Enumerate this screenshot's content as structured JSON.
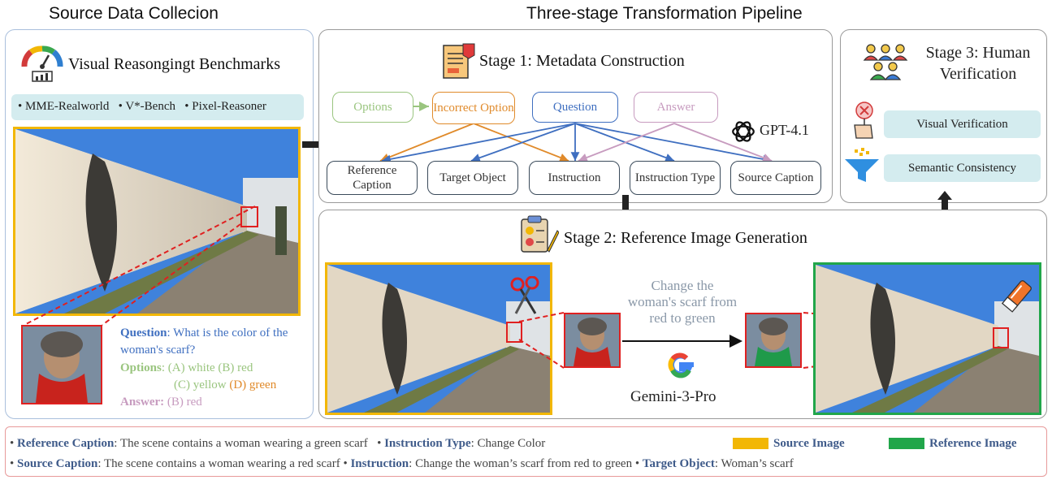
{
  "headers": {
    "left": "Source Data Collecion",
    "right": "Three-stage Transformation Pipeline"
  },
  "source": {
    "title": "Visual Reasongingt Benchmarks",
    "benchmarks": [
      "MME-Realworld",
      "V*-Bench",
      "Pixel-Reasoner"
    ],
    "question_label": "Question",
    "question_text": ": What is the color of the woman's scarf?",
    "options_label": "Options",
    "options_line1": ": (A) white   (B) red",
    "options_line2a": "(C) yellow",
    "options_line2b": "(D) green",
    "answer_label": "Answer:",
    "answer_text": " (B) red"
  },
  "stage1": {
    "title": "Stage 1: Metadata Construction",
    "top_nodes": {
      "options": "Options",
      "incorrect_option": "Incorrect Option",
      "question": "Question",
      "answer": "Answer"
    },
    "model": "GPT-4.1",
    "bottom_nodes": {
      "reference_caption": "Reference Caption",
      "target_object": "Target Object",
      "instruction": "Instruction",
      "instruction_type": "Instruction Type",
      "source_caption": "Source Caption"
    }
  },
  "stage2": {
    "title": "Stage 2: Reference Image Generation",
    "edit_instruction": "Change the woman's scarf from red to green",
    "model": "Gemini-3-Pro"
  },
  "stage3": {
    "title": "Stage 3: Human Verification",
    "checks": [
      "Visual Verification",
      "Semantic Consistency"
    ]
  },
  "legend": {
    "reference_caption_label": "Reference Caption",
    "reference_caption_text": ": The scene contains a woman wearing a green scarf",
    "instruction_type_label": "Instruction Type",
    "instruction_type_text": ": Change Color",
    "source_image_label": "Source Image",
    "reference_image_label": "Reference Image",
    "source_caption_label": "Source Caption",
    "source_caption_text": ": The scene contains a woman wearing a red scarf",
    "instruction_label": "Instruction",
    "instruction_text": ": Change the woman’s scarf from red to green",
    "target_object_label": "Target Object",
    "target_object_text": ": Woman’s scarf"
  },
  "colors": {
    "source_border": "#f2b705",
    "reference_border": "#21a64a",
    "options": "#9ac57f",
    "incorrect": "#e08a2a",
    "question": "#3f6fc0",
    "answer": "#c79bbf",
    "red_highlight": "#e02020"
  },
  "icons": [
    "gauge-chart-icon",
    "document-icon",
    "checklist-pen-icon",
    "team-icon",
    "reject-hand-icon",
    "filter-funnel-icon",
    "scissors-icon",
    "eraser-pen-icon",
    "openai-logo-icon",
    "google-logo-icon"
  ]
}
